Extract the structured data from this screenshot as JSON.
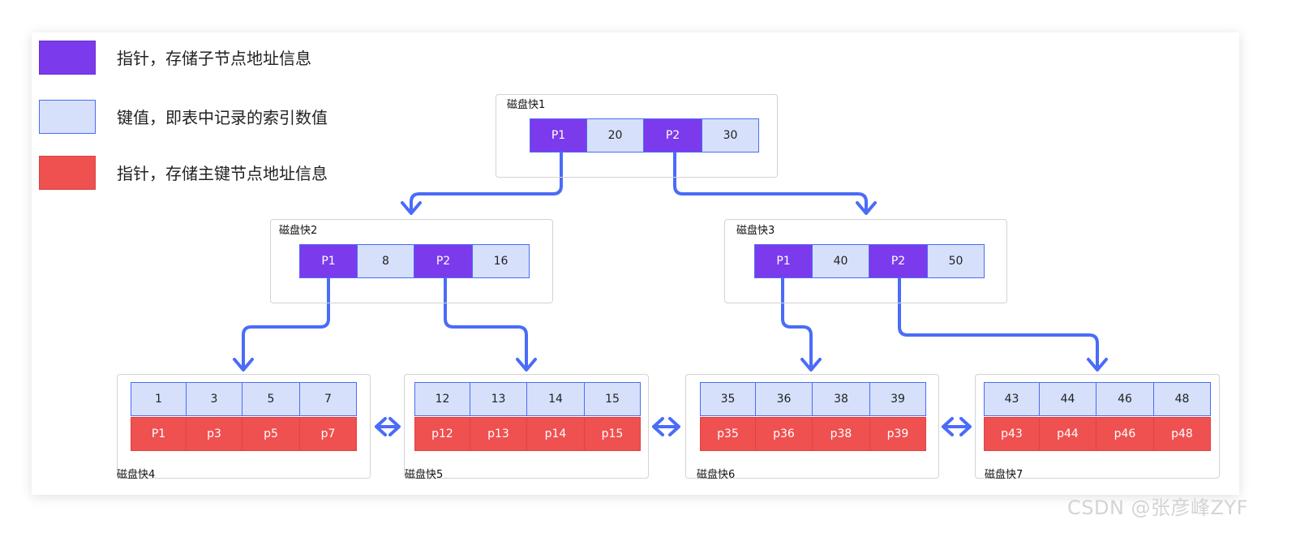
{
  "legend": [
    {
      "color": "#7c3aed",
      "text": "指针，存储子节点地址信息"
    },
    {
      "color": "#d6e0fb",
      "text": "键值，即表中记录的索引数值"
    },
    {
      "color": "#ef5050",
      "text": "指针，存储主键节点地址信息"
    }
  ],
  "nodes": {
    "disk1": {
      "label": "磁盘快1",
      "cells": [
        "P1",
        "20",
        "P2",
        "30"
      ]
    },
    "disk2": {
      "label": "磁盘快2",
      "cells": [
        "P1",
        "8",
        "P2",
        "16"
      ]
    },
    "disk3": {
      "label": "磁盘快3",
      "cells": [
        "P1",
        "40",
        "P2",
        "50"
      ]
    }
  },
  "leaves": {
    "disk4": {
      "label": "磁盘快4",
      "keys": [
        "1",
        "3",
        "5",
        "7"
      ],
      "pointers": [
        "P1",
        "p3",
        "p5",
        "p7"
      ]
    },
    "disk5": {
      "label": "磁盘快5",
      "keys": [
        "12",
        "13",
        "14",
        "15"
      ],
      "pointers": [
        "p12",
        "p13",
        "p14",
        "p15"
      ]
    },
    "disk6": {
      "label": "磁盘快6",
      "keys": [
        "35",
        "36",
        "38",
        "39"
      ],
      "pointers": [
        "p35",
        "p36",
        "p38",
        "p39"
      ]
    },
    "disk7": {
      "label": "磁盘快7",
      "keys": [
        "43",
        "44",
        "46",
        "48"
      ],
      "pointers": [
        "p43",
        "p44",
        "p46",
        "p48"
      ]
    }
  },
  "colors": {
    "pointer": "#7c3aed",
    "key": "#d6e0fb",
    "primary_key_pointer": "#ef5050",
    "link": "#4a6cf7"
  },
  "watermark": "CSDN @张彦峰ZYF"
}
